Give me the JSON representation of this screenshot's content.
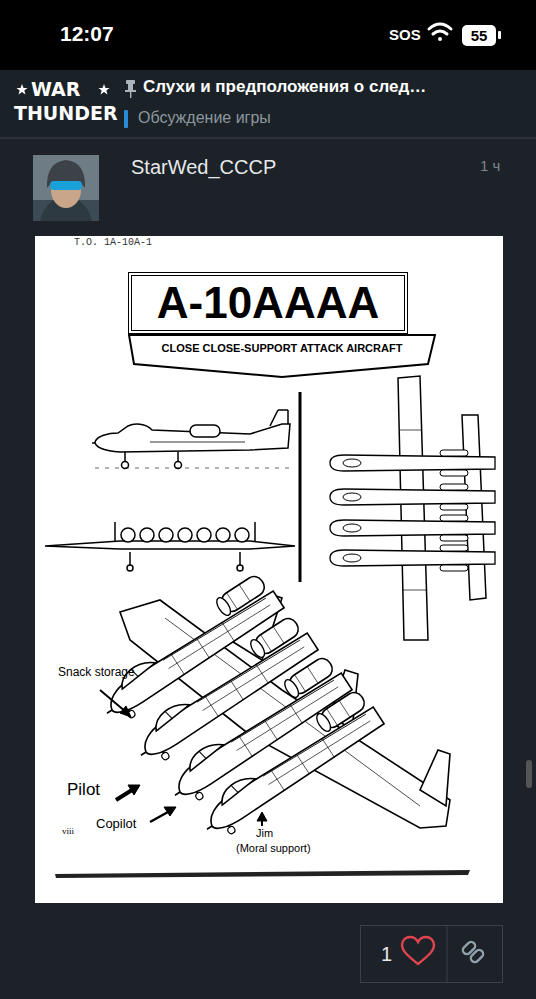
{
  "diagram": {
    "nodes": [
      {
        "text": [
          "55"
        ]
      },
      {
        "text": [
          "A-10AAAA"
        ]
      },
      {
        "text": [
          "CLOSE CLOSE-SUPPORT ATTACK AIRCRAFT"
        ]
      },
      {
        "text": [
          "1"
        ]
      }
    ],
    "labels": [
      "12:07",
      "SOS",
      "WAR",
      "THUNDER",
      "Слухи и предположения о след…",
      "Обсуждение игры",
      "StarWed_CCCP",
      "1 ч",
      "T.O. 1A-10A-1",
      "Snack storage",
      "Pilot",
      "Copilot",
      "Jim",
      "(Moral support)",
      "viii"
    ]
  }
}
